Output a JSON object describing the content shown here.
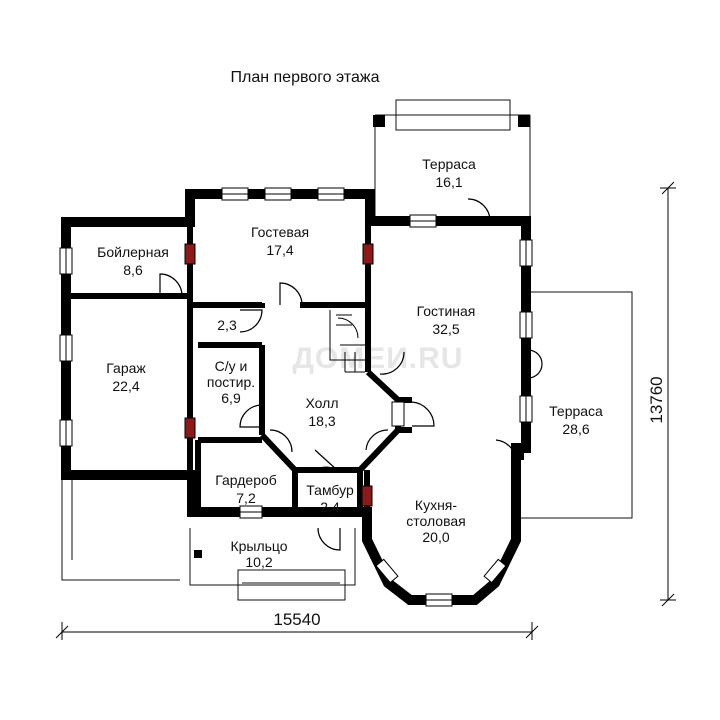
{
  "title": "План первого этажа",
  "watermark": "ДОМЕИ.RU",
  "dimensions": {
    "width": "15540",
    "height": "13760"
  },
  "rooms": [
    {
      "id": "boiler",
      "name": "Бойлерная",
      "area": "8,6"
    },
    {
      "id": "guest",
      "name": "Гостевая",
      "area": "17,4"
    },
    {
      "id": "terrace-top",
      "name": "Терраса",
      "area": "16,1"
    },
    {
      "id": "living",
      "name": "Гостиная",
      "area": "32,5"
    },
    {
      "id": "garage",
      "name": "Гараж",
      "area": "22,4"
    },
    {
      "id": "small",
      "name": "",
      "area": "2,3"
    },
    {
      "id": "bath",
      "name": "С/у и",
      "name2": "постир.",
      "area": "6,9"
    },
    {
      "id": "hall",
      "name": "Холл",
      "area": "18,3"
    },
    {
      "id": "terrace-right",
      "name": "Терраса",
      "area": "28,6"
    },
    {
      "id": "wardrobe",
      "name": "Гардероб",
      "area": "7,2"
    },
    {
      "id": "vestibule",
      "name": "Тамбур",
      "area": "2,4"
    },
    {
      "id": "kitchen",
      "name": "Кухня-",
      "name2": "столовая",
      "area": "20,0"
    },
    {
      "id": "porch",
      "name": "Крыльцо",
      "area": "10,2"
    }
  ],
  "colors": {
    "wall": "#000000",
    "accent": "#8b1a1a",
    "watermark": "#e6e6e6"
  }
}
